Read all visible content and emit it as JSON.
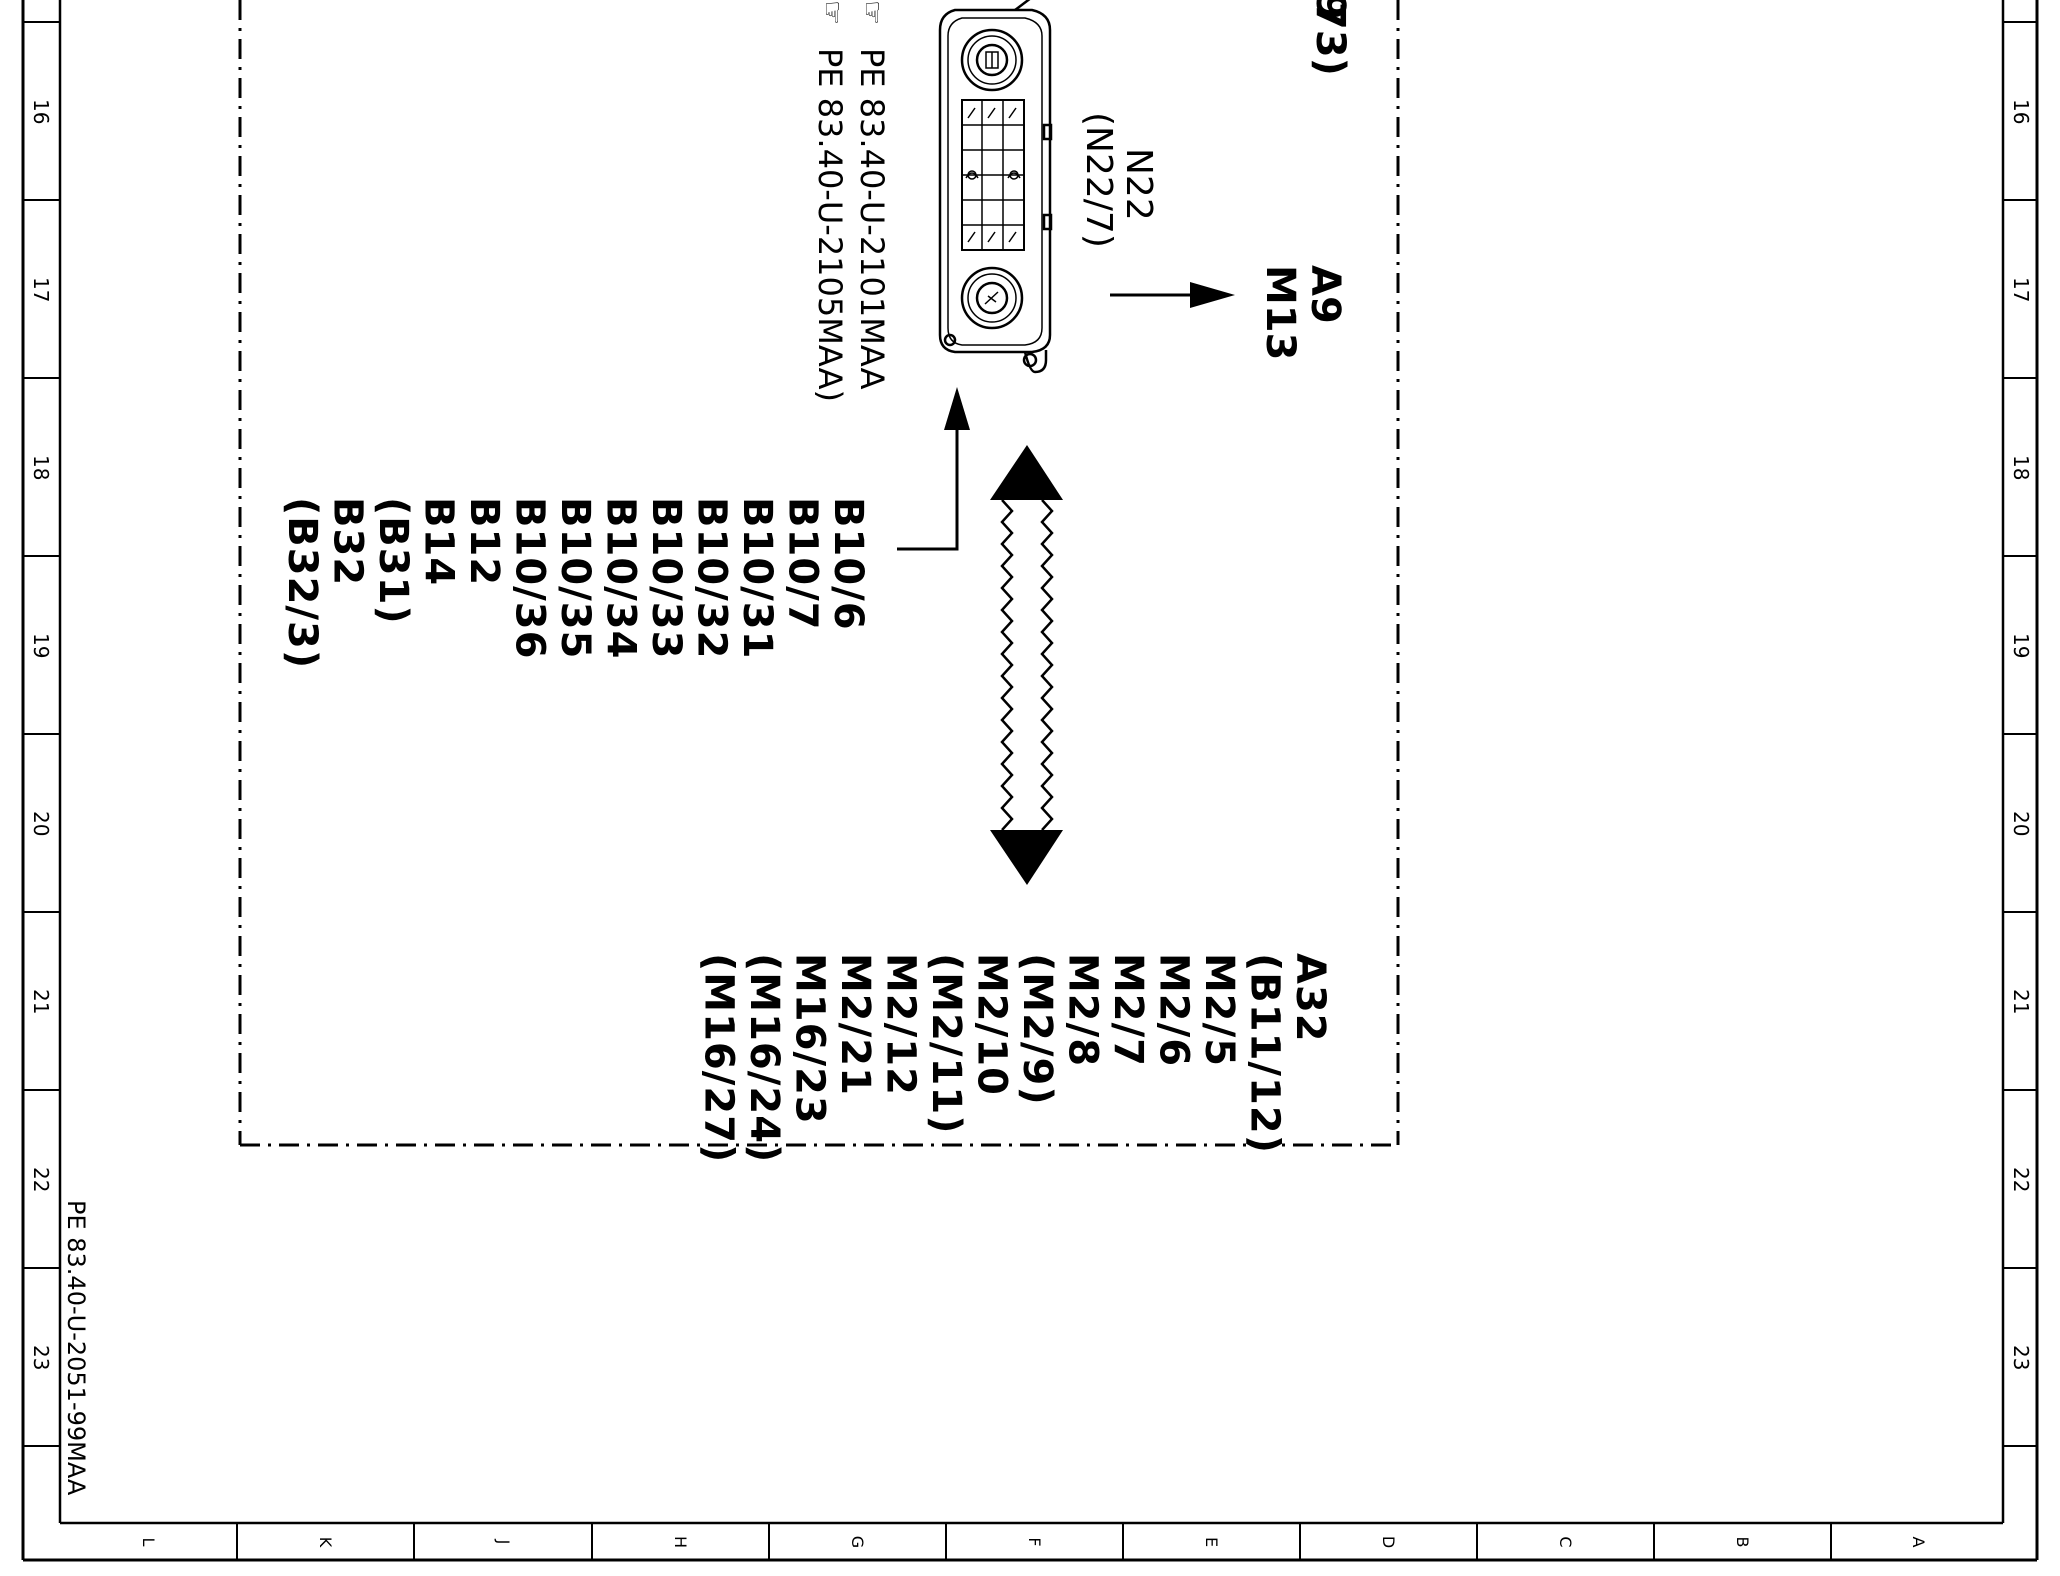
{
  "drawing_id": "PE 83.40-U-2051-99MAA",
  "row_numbers": [
    "16",
    "17",
    "18",
    "19",
    "20",
    "21",
    "22",
    "23"
  ],
  "column_letters": [
    "L",
    "K",
    "J",
    "H",
    "G",
    "F",
    "E",
    "D",
    "C",
    "B",
    "A"
  ],
  "top_fragments": [
    "9",
    "73)"
  ],
  "references": [
    "PE 83.40-U-2101MAA",
    "PE 83.40-U-2105MAA)"
  ],
  "control_unit": {
    "name": "N22",
    "sub": "(N22/7)"
  },
  "output": {
    "line1": "A9",
    "line2": "M13"
  },
  "sensor_list": [
    "B10/6",
    "B10/7",
    "B10/31",
    "B10/32",
    "B10/33",
    "B10/34",
    "B10/35",
    "B10/36",
    "B12",
    "B14",
    "(B31)",
    "B32",
    "(B32/3)"
  ],
  "actuator_list": [
    "A32",
    "(B11/12)",
    "M2/5",
    "M2/6",
    "M2/7",
    "M2/8",
    "(M2/9)",
    "M2/10",
    "(M2/11)",
    "M2/12",
    "M2/21",
    "M16/23",
    "(M16/24)",
    "(M16/27)"
  ],
  "colors": {
    "line": "#000000",
    "background": "#ffffff"
  }
}
